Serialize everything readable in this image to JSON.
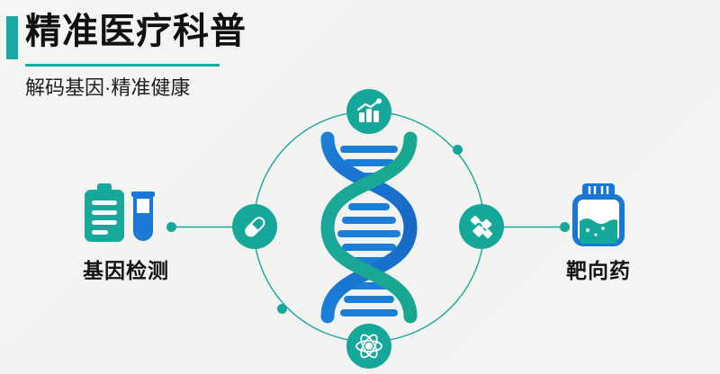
{
  "meta": {
    "background_color": "#f4f4f2",
    "accent_teal": "#16a79b",
    "accent_blue": "#1878d4",
    "text_color": "#111111"
  },
  "header": {
    "title": "精准医疗科普",
    "subtitle": "解码基因·精准健康",
    "accent_bar_color": "#1aa9a2",
    "rule_color": "#1aa9a2"
  },
  "diagram": {
    "center_graphic": "dna-double-helix",
    "ring_color": "#16a79b",
    "nodes": [
      {
        "id": "top",
        "icon": "bar-chart-growth-icon",
        "circle_color": "#16a79b"
      },
      {
        "id": "right",
        "icon": "molecule-network-icon",
        "circle_color": "#16a79b"
      },
      {
        "id": "bottom",
        "icon": "atom-icon",
        "circle_color": "#16a79b"
      },
      {
        "id": "left",
        "icon": "capsule-pill-icon",
        "circle_color": "#16a79b"
      }
    ],
    "ring_dots": [
      {
        "id": "north-east",
        "color": "#16a79b"
      },
      {
        "id": "south-west",
        "color": "#16a79b"
      }
    ]
  },
  "side_items": [
    {
      "id": "gene-test",
      "label": "基因检测",
      "icons": [
        "clipboard-icon",
        "test-tube-icon"
      ],
      "clipboard_color": "#16a79b",
      "tube_color": "#1878d4"
    },
    {
      "id": "targeted-drug",
      "label": "靶向药",
      "icons": [
        "medicine-bottle-icon"
      ],
      "bottle_color": "#1878d4",
      "liquid_color": "#16a79b"
    }
  ]
}
